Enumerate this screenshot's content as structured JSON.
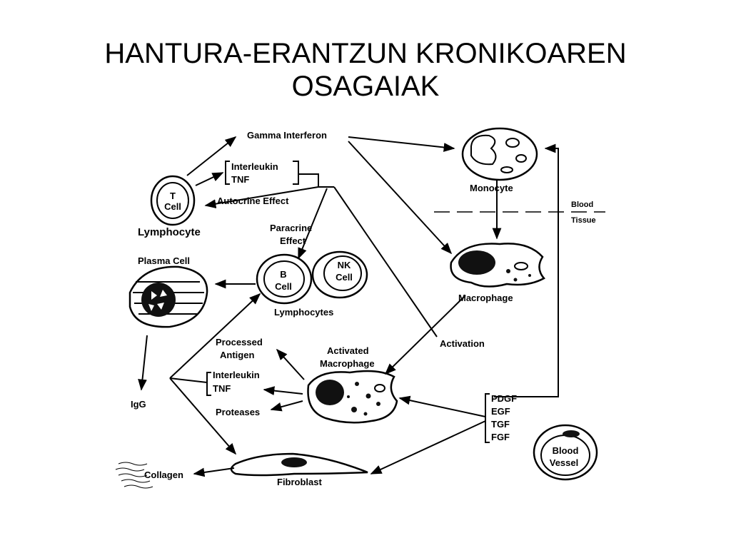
{
  "title": {
    "line1": "HANTURA-ERANTZUN KRONIKOAREN",
    "line2": "OSAGAIAK"
  },
  "diagram": {
    "gamma_interferon": "Gamma Interferon",
    "interleukin_top": "Interleukin",
    "tnf_top": "TNF",
    "autocrine_effect": "Autocrine Effect",
    "t_cell_t": "T",
    "t_cell_cell": "Cell",
    "lymphocyte": "Lymphocyte",
    "paracrine_1": "Paracrine",
    "paracrine_2": "Effect",
    "plasma_cell": "Plasma Cell",
    "b_cell_b": "B",
    "b_cell_cell": "Cell",
    "nk_cell_nk": "NK",
    "nk_cell_cell": "Cell",
    "lymphocytes": "Lymphocytes",
    "monocyte": "Monocyte",
    "blood": "Blood",
    "tissue": "Tissue",
    "macrophage": "Macrophage",
    "activation": "Activation",
    "processed_1": "Processed",
    "processed_2": "Antigen",
    "activated_1": "Activated",
    "activated_2": "Macrophage",
    "interleukin_mid": "Interleukin",
    "tnf_mid": "TNF",
    "proteases": "Proteases",
    "igg": "IgG",
    "pdgf": "PDGF",
    "egf": "EGF",
    "tgf": "TGF",
    "fgf": "FGF",
    "blood_vessel_1": "Blood",
    "blood_vessel_2": "Vessel",
    "collagen": "Collagen",
    "fibroblast": "Fibroblast"
  }
}
